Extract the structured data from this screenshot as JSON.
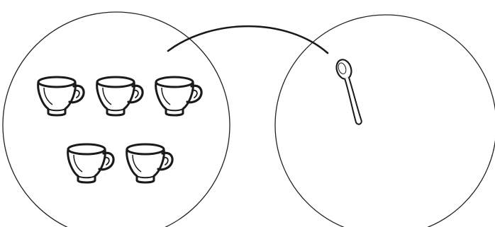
{
  "diagram": {
    "groups": [
      {
        "id": "left",
        "object": "cup",
        "count": 5,
        "rows": [
          3,
          2
        ]
      },
      {
        "id": "right",
        "object": "spoon",
        "count": 1
      }
    ],
    "connector": "matching-arc",
    "colors": {
      "stroke": "#1a1a1a",
      "circle_stroke": "#222222",
      "background": "#ffffff"
    },
    "icons": [
      "cup-icon",
      "spoon-icon"
    ]
  }
}
